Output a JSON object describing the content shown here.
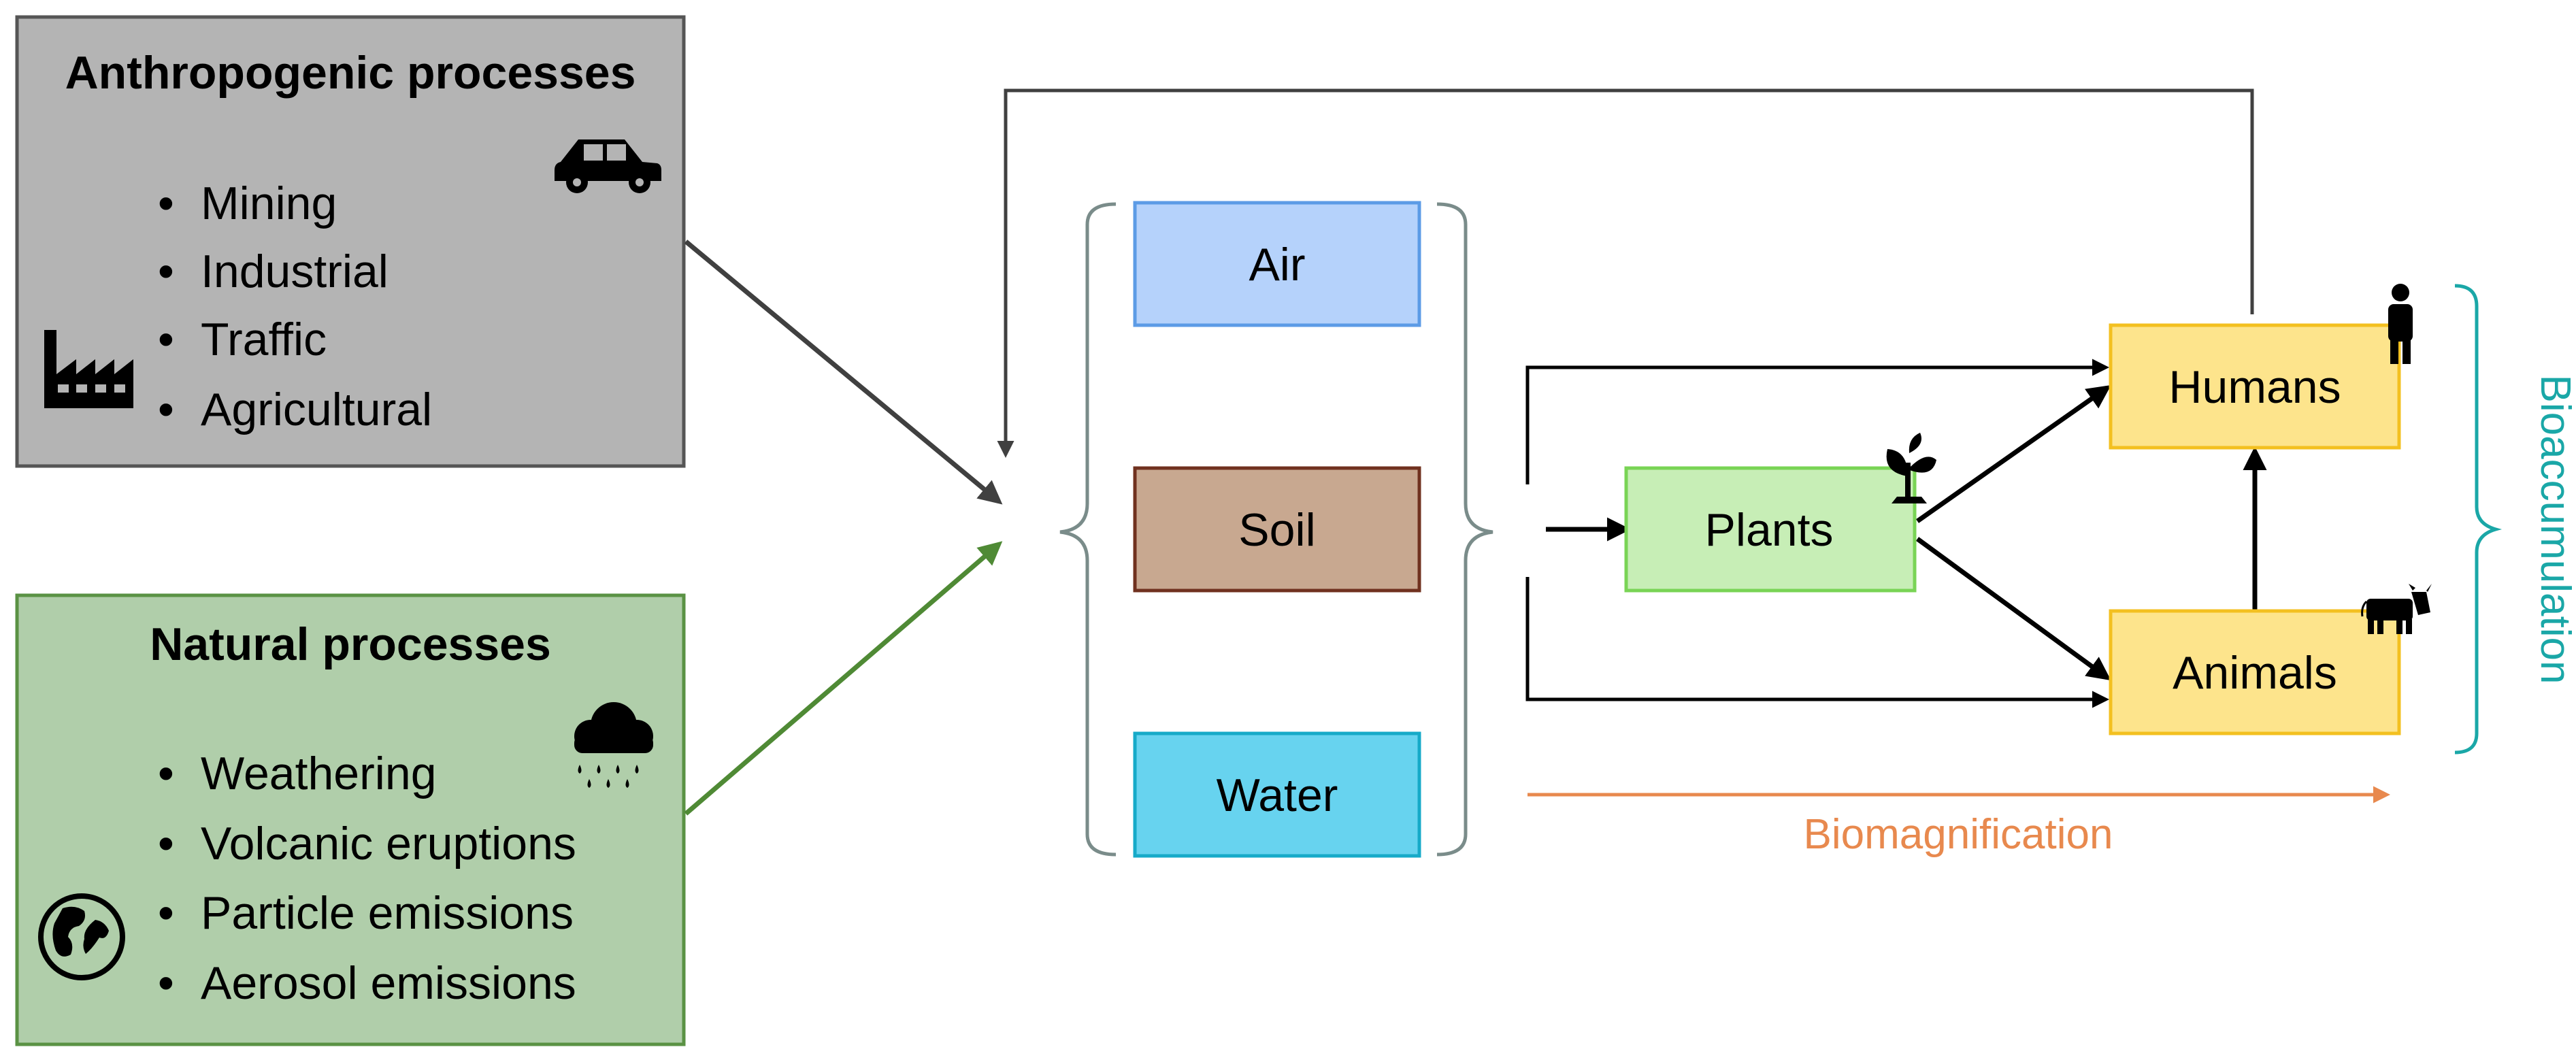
{
  "anthropogenic": {
    "title": "Anthropogenic processes",
    "items": [
      "Mining",
      "Industrial",
      "Traffic",
      "Agricultural"
    ],
    "icons": [
      "car-icon",
      "factory-icon"
    ],
    "fill": "#b4b4b4",
    "border": "#555555"
  },
  "natural": {
    "title": "Natural processes",
    "items": [
      "Weathering",
      "Volcanic eruptions",
      "Particle emissions",
      "Aerosol emissions"
    ],
    "icons": [
      "rain-cloud-icon",
      "globe-icon"
    ],
    "fill": "#b0ceaa",
    "border": "#5a9244"
  },
  "compartments": {
    "air": {
      "label": "Air",
      "fill": "#b5d2fb",
      "border": "#5c9be6"
    },
    "soil": {
      "label": "Soil",
      "fill": "#c8a890",
      "border": "#70311f"
    },
    "water": {
      "label": "Water",
      "fill": "#67d3ef",
      "border": "#16aac8"
    }
  },
  "organisms": {
    "plants": {
      "label": "Plants",
      "fill": "#c7eeb6",
      "border": "#79d455",
      "icon": "plant-icon"
    },
    "humans": {
      "label": "Humans",
      "fill": "#fde48c",
      "border": "#f3c020",
      "icon": "person-icon"
    },
    "animals": {
      "label": "Animals",
      "fill": "#fde48c",
      "border": "#f3c020",
      "icon": "cow-icon"
    }
  },
  "labels": {
    "biomagnification": "Biomagnification",
    "bioaccumulation": "Bioaccumulation"
  },
  "colors": {
    "biomagnification": "#e8894e",
    "bioaccumulation": "#1aa7a7",
    "anthropogenic_arrow": "#404040",
    "natural_arrow": "#4f8a35",
    "flow_arrow": "#000000",
    "brace": "#7a8c8a"
  }
}
